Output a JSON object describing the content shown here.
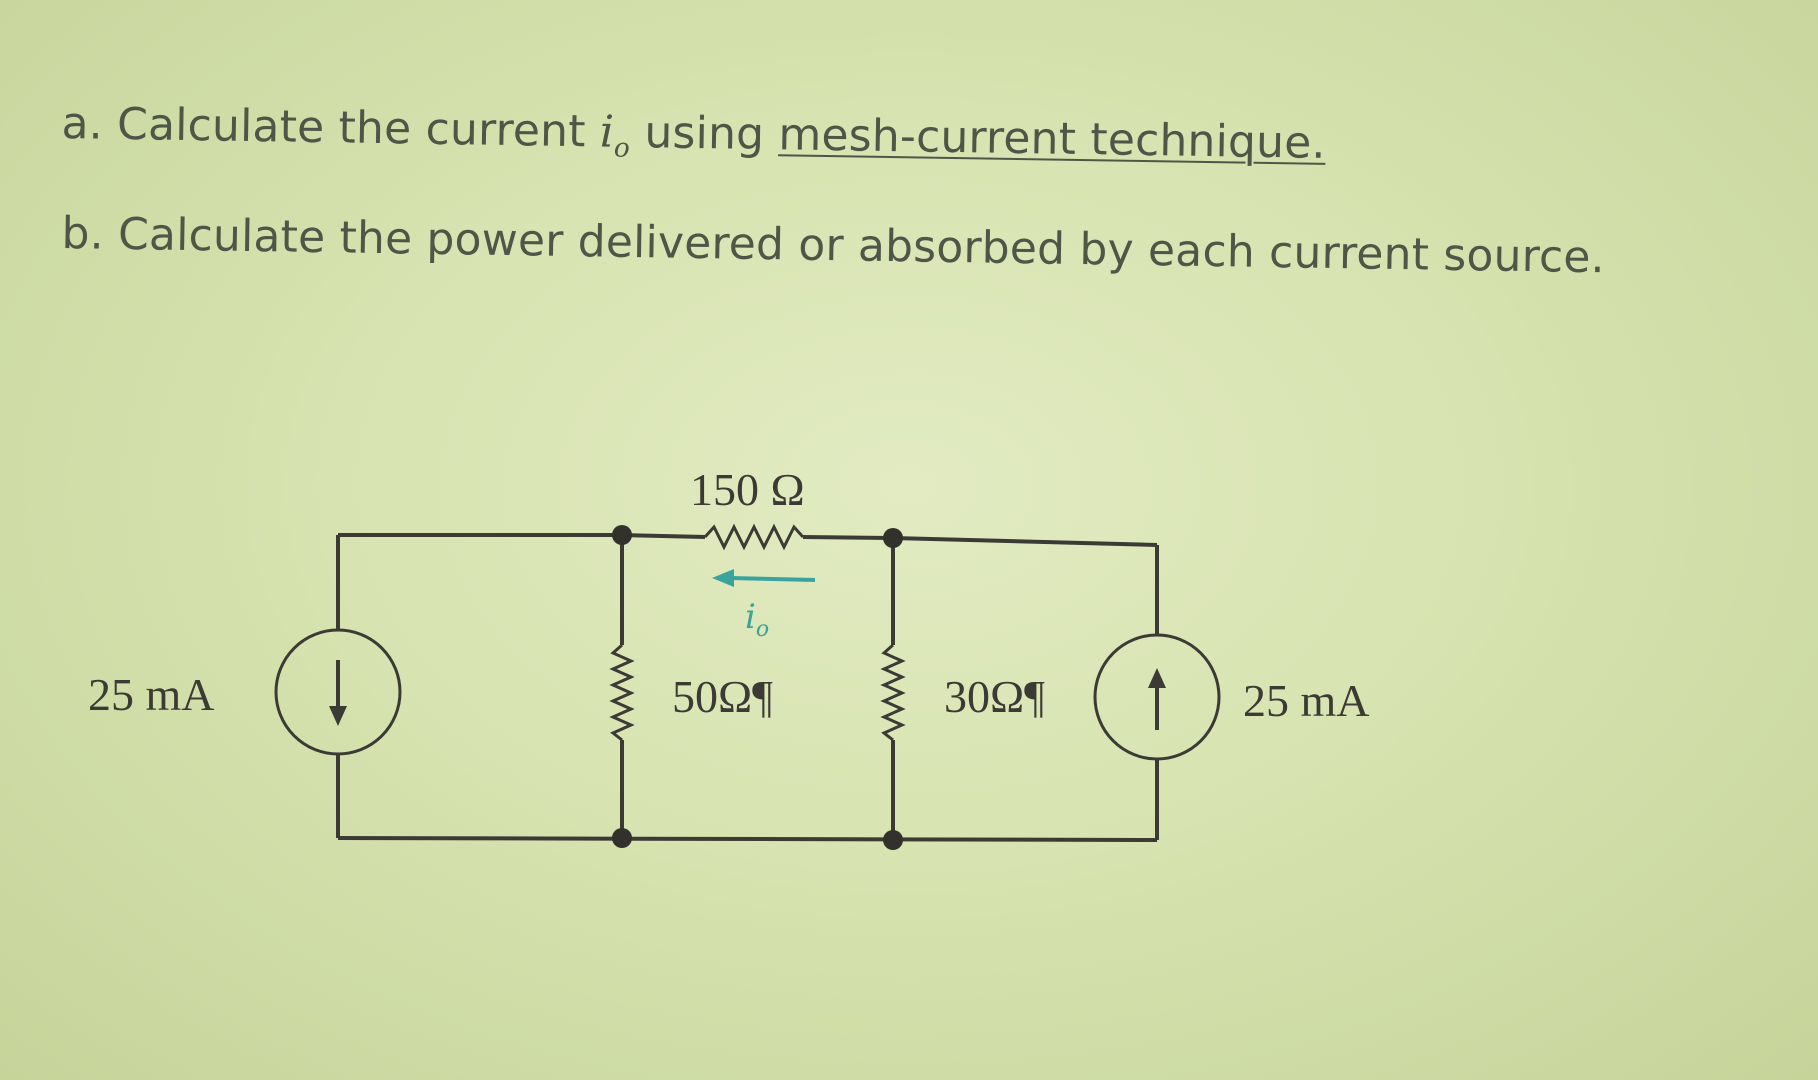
{
  "questions": {
    "a": {
      "prefix": "a. Calculate the current ",
      "variable": "i",
      "variable_sub": "o",
      "middle": " using ",
      "link_text": "mesh-current technique."
    },
    "b": {
      "text": "b. Calculate the power delivered or absorbed by each current source."
    }
  },
  "circuit": {
    "left_source_label": "25 mA",
    "right_source_label": "25 mA",
    "top_resistor_label": "150 Ω",
    "middle_resistor_label": "50Ω¶",
    "right_resistor_label": "30Ω¶",
    "current_variable": "i",
    "current_variable_sub": "o",
    "current_arrow_color": "#3aa39c",
    "left_source_direction": "down",
    "right_source_direction": "up"
  }
}
